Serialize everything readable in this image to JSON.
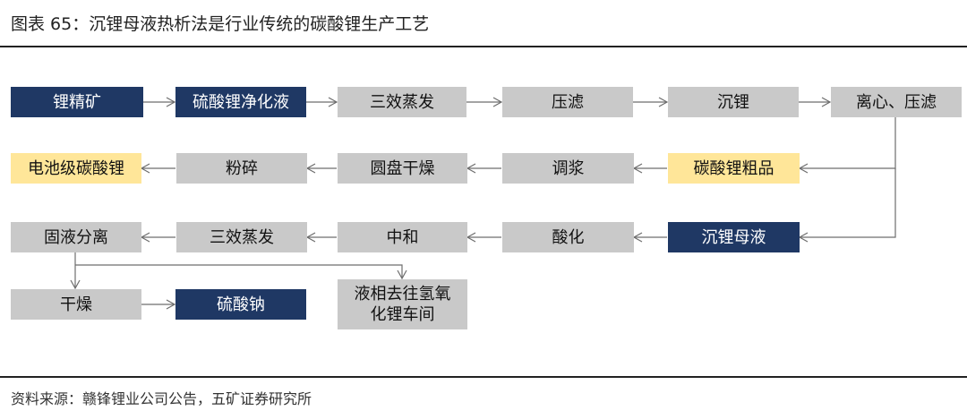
{
  "title": "图表 65：沉锂母液热析法是行业传统的碳酸锂生产工艺",
  "source": "资料来源：赣锋锂业公司公告，五矿证券研究所",
  "steps": {
    "ore": "锂精矿",
    "li_sulfate_purify": "硫酸锂净化液",
    "evap1": "三效蒸发",
    "filter1": "压滤",
    "precip": "沉锂",
    "centrifuge": "离心、压滤",
    "crude": "碳酸锂粗品",
    "slurry": "调浆",
    "disk_dry": "圆盘干燥",
    "crush": "粉碎",
    "battery_grade": "电池级碳酸锂",
    "mother_liquor": "沉锂母液",
    "acidify": "酸化",
    "neutralize": "中和",
    "evap2": "三效蒸发",
    "sl_separation": "固液分离",
    "dry": "干燥",
    "na_sulfate": "硫酸钠",
    "to_lioh_line1": "液相去往氢氧",
    "to_lioh_line2": "化锂车间"
  },
  "colors": {
    "navy": "#1f3864",
    "gray": "#c9c9c9",
    "yellow": "#ffe699",
    "arrow": "#6d6d6d"
  }
}
